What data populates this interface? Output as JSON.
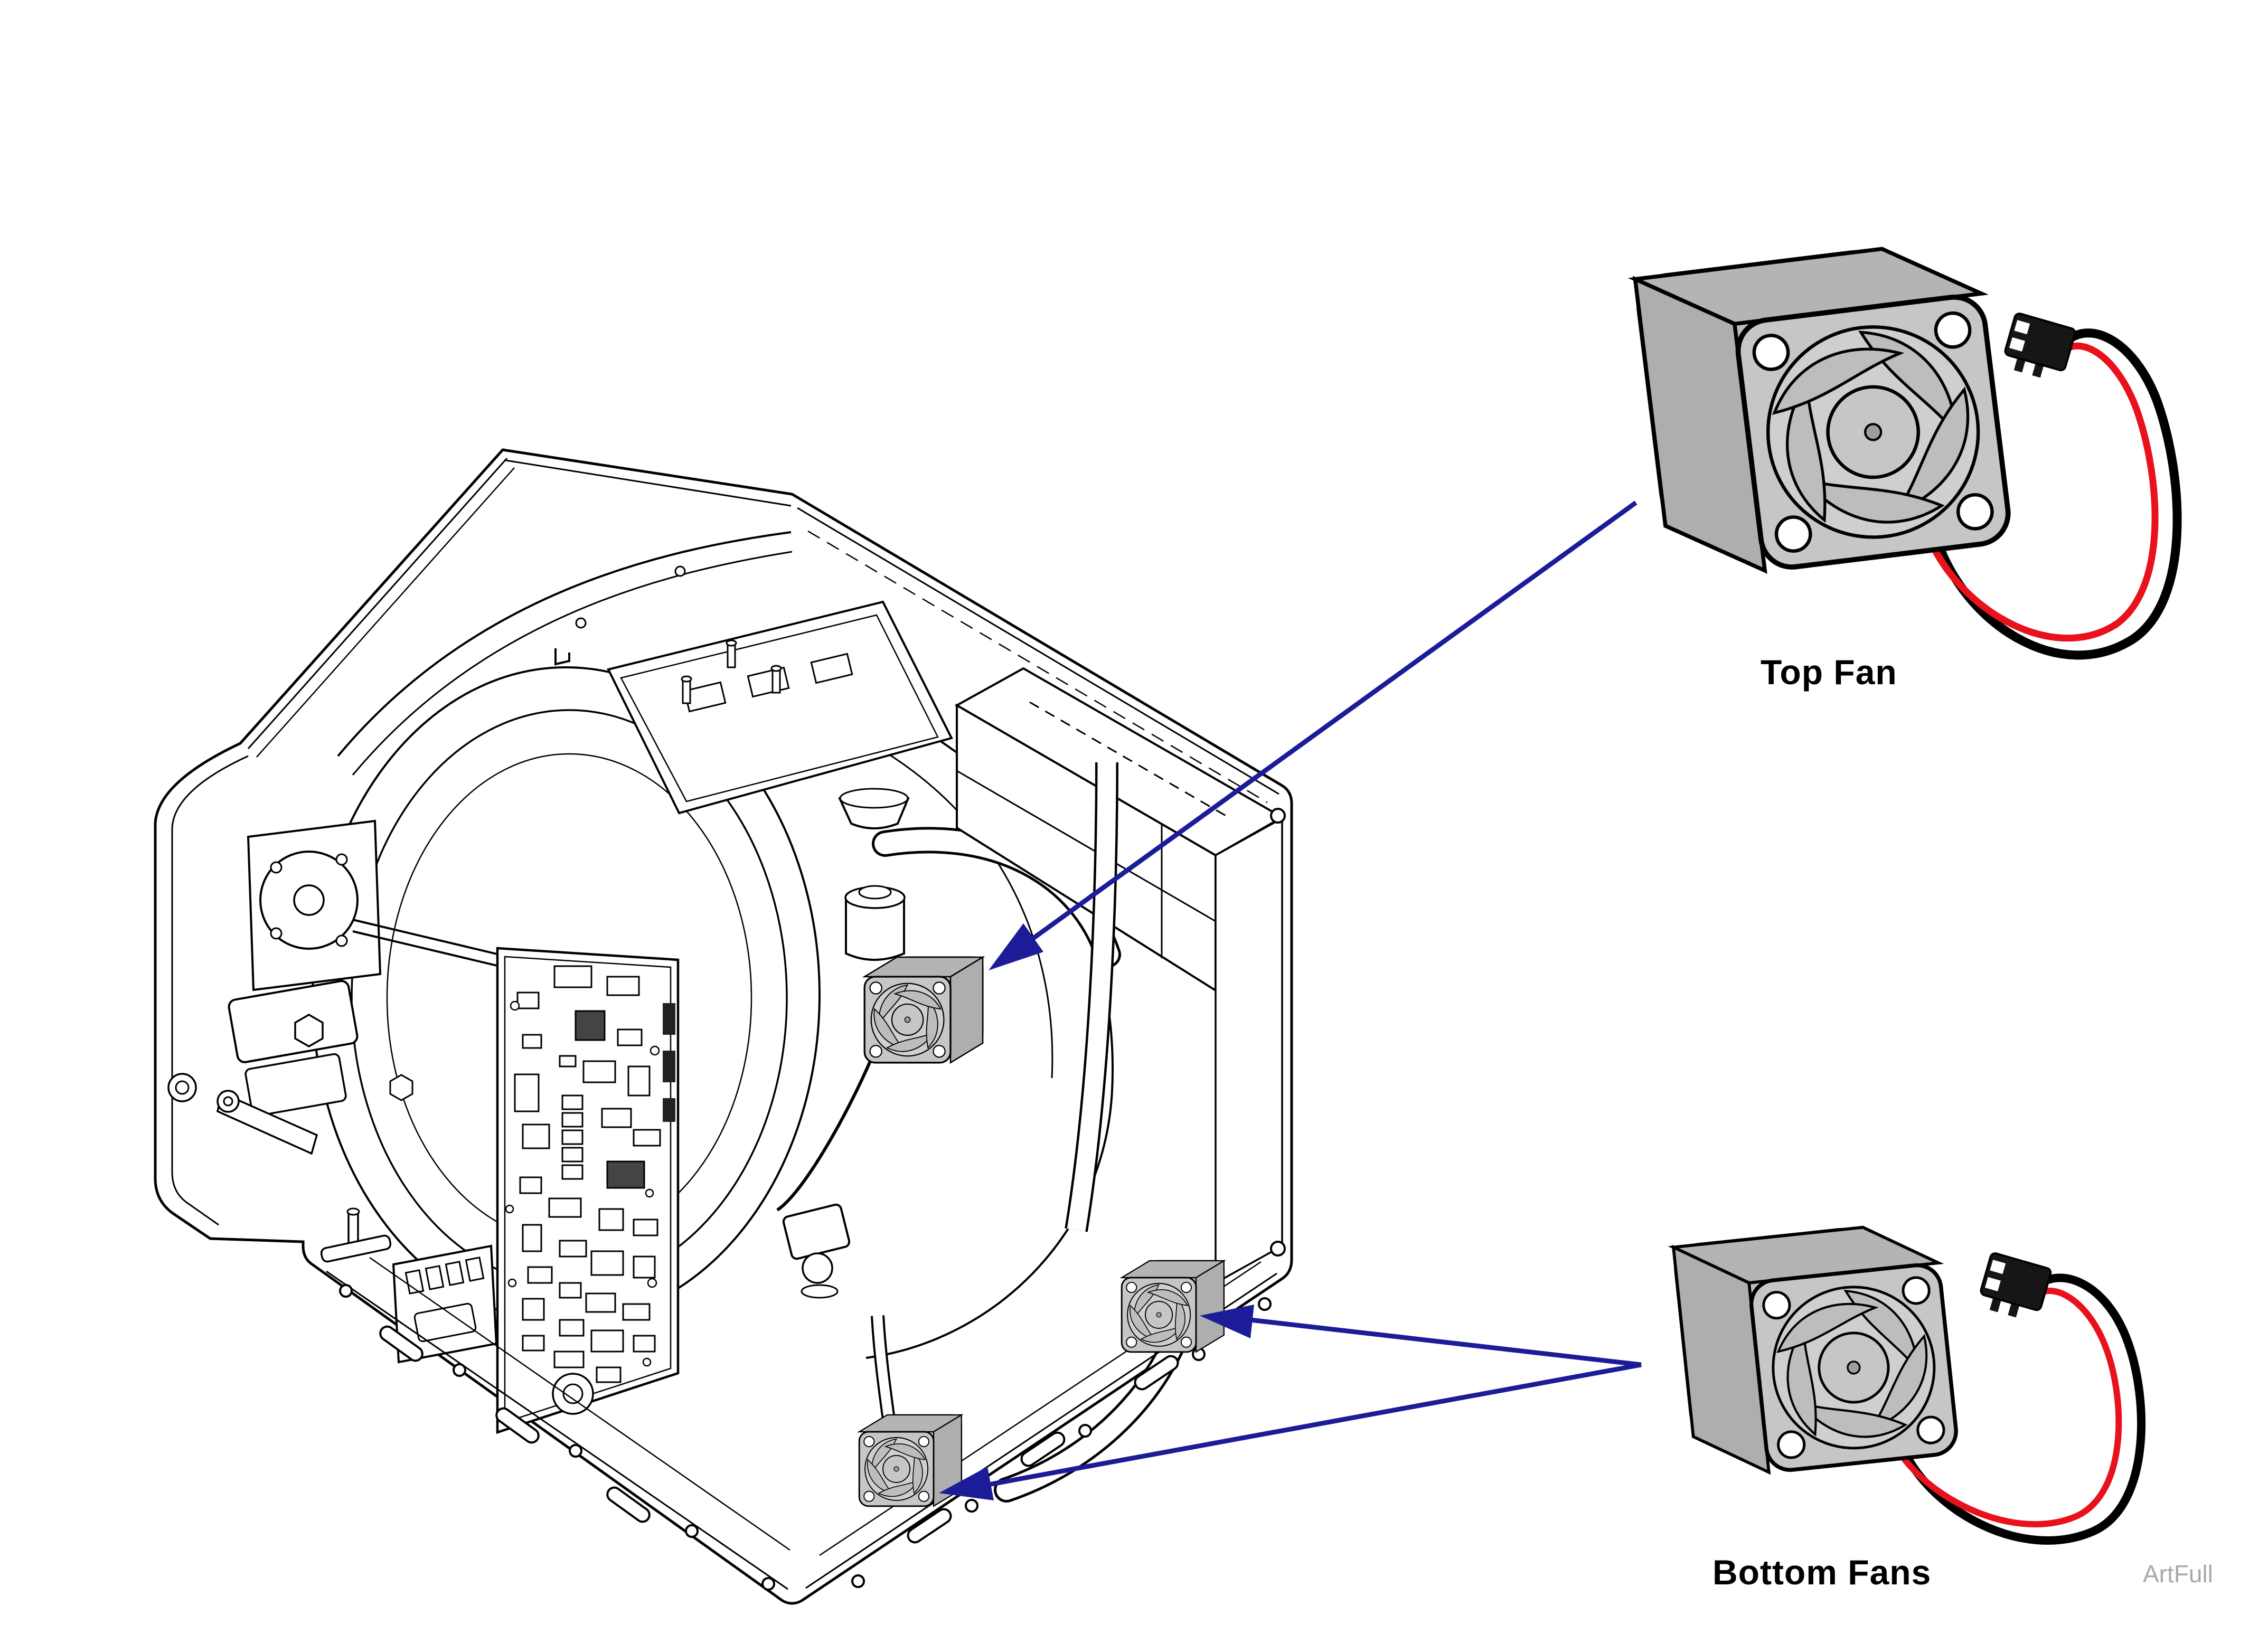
{
  "figure": {
    "type": "technical-parts-diagram",
    "subject": "Sterilizer chassis interior with cooling-fan replacement callouts",
    "labels": {
      "top_fan": "Top Fan",
      "bottom_fans": "Bottom Fans"
    },
    "watermark": "ArtFull",
    "callouts": [
      {
        "label": "Top Fan",
        "arrows": 1,
        "points_to": "fan mounted mid-chamber"
      },
      {
        "label": "Bottom Fans",
        "arrows": 2,
        "points_to": "two fans mounted on base rail"
      }
    ],
    "parts_shown": [
      {
        "name": "top fan assembly",
        "wire_colors": [
          "red",
          "black"
        ],
        "connector": "2-pin"
      },
      {
        "name": "bottom fan assembly",
        "wire_colors": [
          "red",
          "black"
        ],
        "connector": "2-pin"
      }
    ],
    "colors": {
      "line": "#000000",
      "fan_fill": "#c6c6c6",
      "fan_shade": "#b0b0b0",
      "arrow": "#1c1c99",
      "wire_red": "#e8111c",
      "wire_black": "#000000",
      "watermark": "#a9a9a9"
    }
  }
}
